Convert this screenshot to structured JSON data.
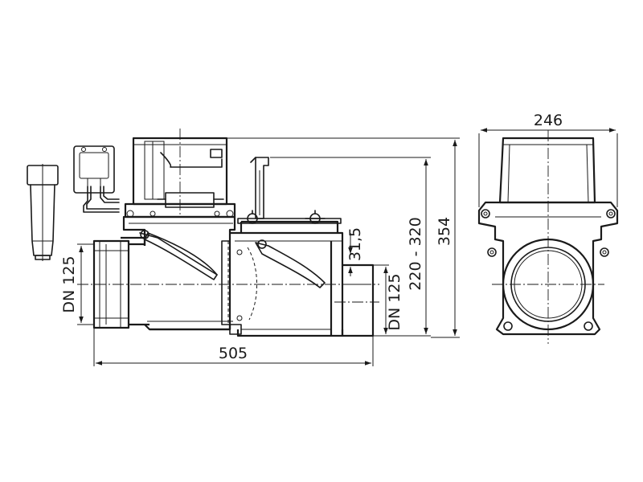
{
  "dimensions": {
    "width_front": "246",
    "length_total": "505",
    "height_total": "354",
    "height_range": "220 - 320",
    "socket_offset": "31,5",
    "inlet_dn": "DN 125",
    "outlet_dn": "DN 125"
  }
}
